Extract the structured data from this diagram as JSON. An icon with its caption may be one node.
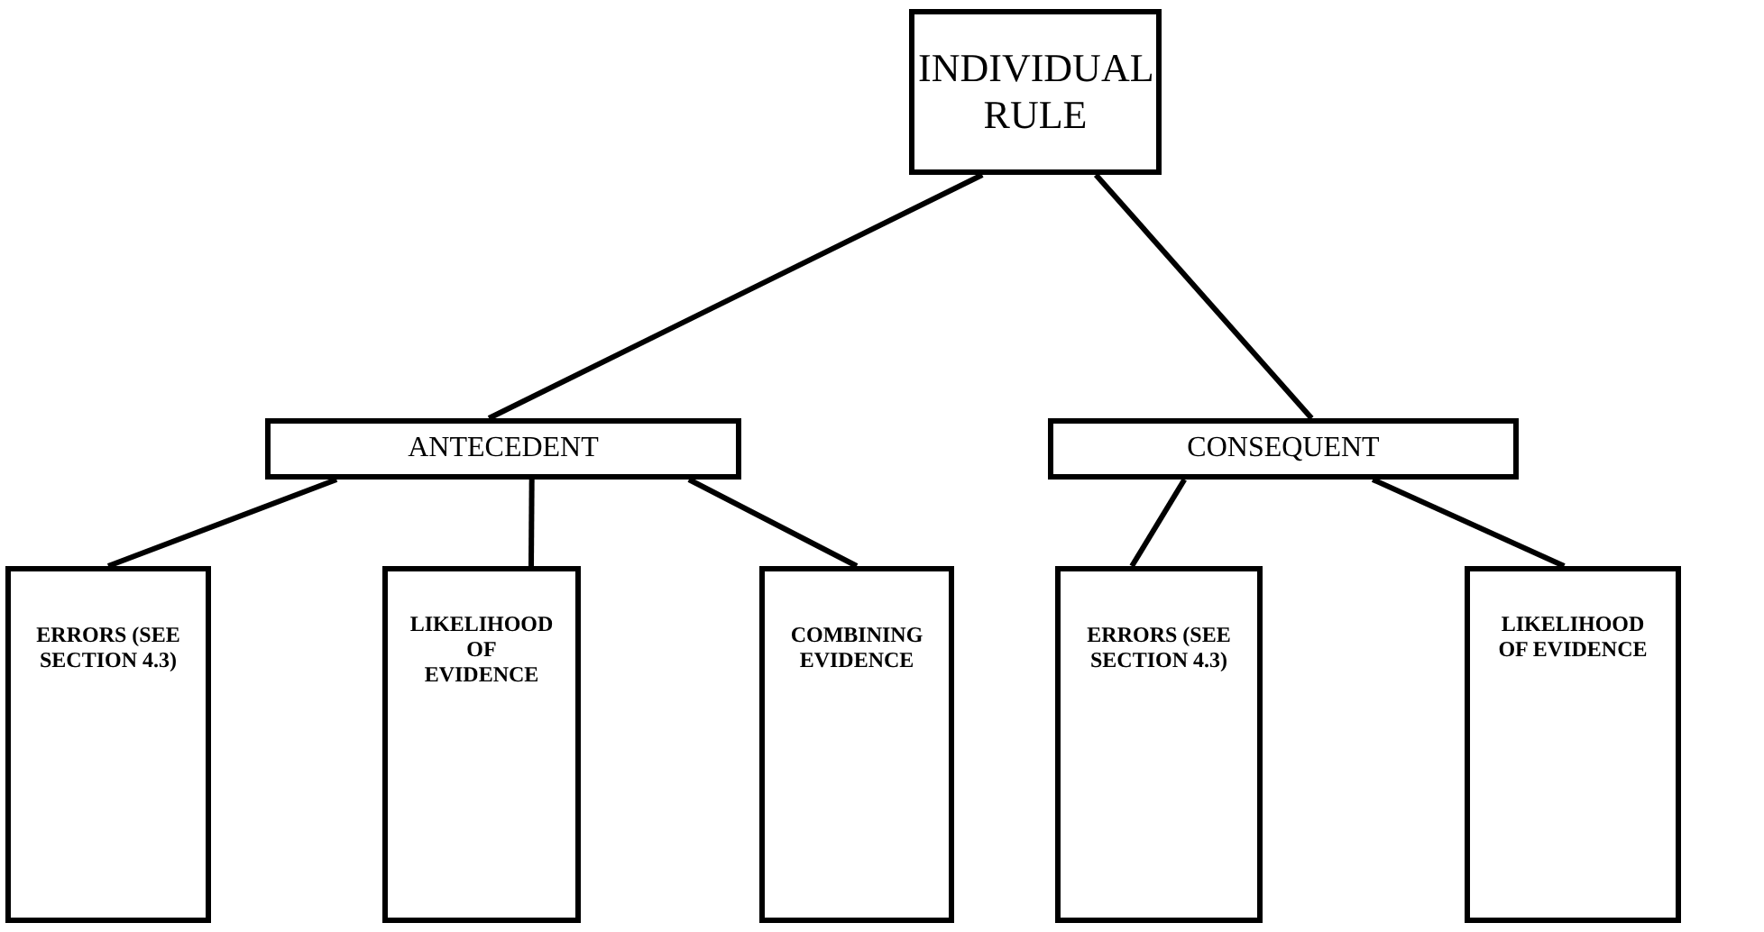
{
  "diagram": {
    "nodes": [
      {
        "text": [
          "INDIVIDUAL RULE"
        ]
      },
      {
        "text": [
          "ANTECEDENT"
        ]
      },
      {
        "text": [
          "CONSEQUENT"
        ]
      },
      {
        "text": [
          "ERRORS (SEE SECTION 4.3)"
        ]
      },
      {
        "text": [
          "LIKELIHOOD OF EVIDENCE"
        ]
      },
      {
        "text": [
          "COMBINING EVIDENCE"
        ]
      },
      {
        "text": [
          "ERRORS (SEE SECTION 4.3)"
        ]
      },
      {
        "text": [
          "LIKELIHOOD OF EVIDENCE"
        ]
      }
    ],
    "edges": [
      {
        "from": 0,
        "to": 1,
        "arrow": "none"
      },
      {
        "from": 0,
        "to": 2,
        "arrow": "none"
      },
      {
        "from": 1,
        "to": 3,
        "arrow": "none"
      },
      {
        "from": 1,
        "to": 4,
        "arrow": "none"
      },
      {
        "from": 1,
        "to": 5,
        "arrow": "none"
      },
      {
        "from": 2,
        "to": 6,
        "arrow": "none"
      },
      {
        "from": 2,
        "to": 7,
        "arrow": "none"
      }
    ]
  }
}
